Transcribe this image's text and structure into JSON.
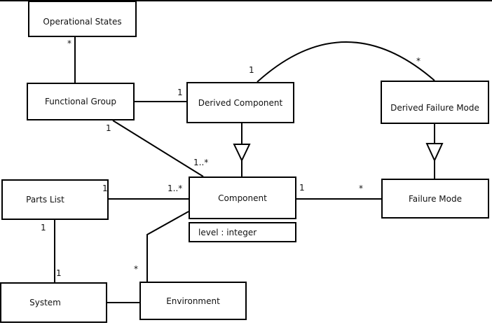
{
  "diagram": {
    "classes": [
      {
        "name": "Operational States"
      },
      {
        "name": "Functional Group"
      },
      {
        "name": "Derived Component"
      },
      {
        "name": "Derived Failure Mode"
      },
      {
        "name": "Parts List"
      },
      {
        "name": "Component",
        "attributes": [
          "level : integer"
        ]
      },
      {
        "name": "Failure Mode"
      },
      {
        "name": "System"
      },
      {
        "name": "Environment"
      }
    ],
    "labels": [
      {
        "text": "*",
        "at": "operational-states-end"
      },
      {
        "text": "1",
        "at": "functional-group-to-derived-component-end"
      },
      {
        "text": "1",
        "at": "functional-group-bottom-end"
      },
      {
        "text": "1..*",
        "at": "component-top-end"
      },
      {
        "text": "1",
        "at": "derived-component-arc-end"
      },
      {
        "text": "*",
        "at": "derived-failure-mode-arc-end"
      },
      {
        "text": "1",
        "at": "parts-list-right-end"
      },
      {
        "text": "1..*",
        "at": "component-left-end"
      },
      {
        "text": "1",
        "at": "component-right-end"
      },
      {
        "text": "*",
        "at": "failure-mode-left-end"
      },
      {
        "text": "1",
        "at": "parts-list-bottom-end"
      },
      {
        "text": "1",
        "at": "system-top-end"
      },
      {
        "text": "*",
        "at": "environment-top-end"
      }
    ],
    "associations": [
      {
        "from": "Operational States",
        "to": "Functional Group",
        "type": "association"
      },
      {
        "from": "Functional Group",
        "to": "Derived Component",
        "type": "association"
      },
      {
        "from": "Functional Group",
        "to": "Component",
        "type": "association"
      },
      {
        "from": "Derived Component",
        "to": "Derived Failure Mode",
        "type": "association-arc"
      },
      {
        "from": "Derived Component",
        "to": "Component",
        "type": "generalization"
      },
      {
        "from": "Derived Failure Mode",
        "to": "Failure Mode",
        "type": "generalization"
      },
      {
        "from": "Parts List",
        "to": "Component",
        "type": "association"
      },
      {
        "from": "Component",
        "to": "Failure Mode",
        "type": "association"
      },
      {
        "from": "Parts List",
        "to": "System",
        "type": "association"
      },
      {
        "from": "Component",
        "to": "Environment",
        "type": "association"
      },
      {
        "from": "System",
        "to": "Environment",
        "type": "association"
      }
    ],
    "colors": {
      "line": "#000000",
      "background": "#ffffff",
      "text": "#111111"
    }
  }
}
